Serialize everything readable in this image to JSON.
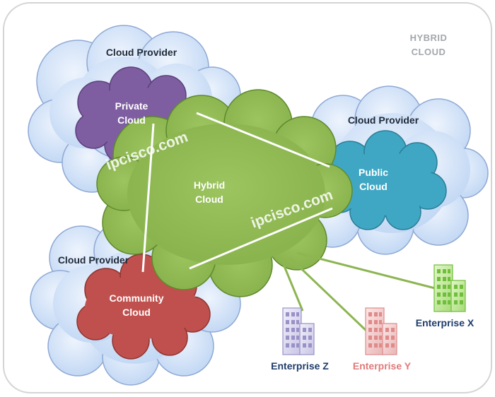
{
  "corner_title": {
    "line1": "HYBRID",
    "line2": "CLOUD"
  },
  "clouds": {
    "provider_top_left": "Cloud Provider",
    "provider_right": "Cloud Provider",
    "provider_bottom_left": "Cloud Provider",
    "private": {
      "line1": "Private",
      "line2": "Cloud"
    },
    "public": {
      "line1": "Public",
      "line2": "Cloud"
    },
    "community": {
      "line1": "Community",
      "line2": "Cloud"
    },
    "hybrid": {
      "line1": "Hybrid",
      "line2": "Cloud"
    }
  },
  "enterprises": {
    "x": "Enterprise X",
    "y": "Enterprise Y",
    "z": "Enterprise Z"
  },
  "watermarks": [
    "ipcisco.com",
    "ipcisco.com"
  ],
  "colors": {
    "provider_fill": "#c9dcf5",
    "private_fill": "#7e5ea0",
    "public_fill": "#3fa7c4",
    "community_fill": "#c0504d",
    "hybrid_fill": "#8db552",
    "enterprise_x": "#6fbf3a",
    "enterprise_y": "#e08a8a",
    "enterprise_z": "#9a92c7",
    "label_dark_blue": "#1f3d6b"
  },
  "icons": [
    "building-icon"
  ]
}
